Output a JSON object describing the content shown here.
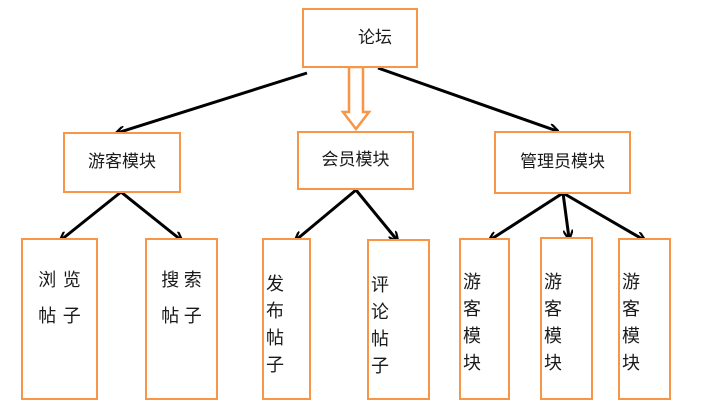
{
  "diagram": {
    "type": "tree",
    "root": {
      "id": "root",
      "label": "论坛"
    },
    "modules": [
      {
        "id": "guest",
        "label": "游客模块",
        "children": [
          {
            "id": "guest-c1",
            "label": "浏览帖子",
            "chars": [
              "浏",
              "览",
              "帖",
              "子"
            ],
            "layout": "grid"
          },
          {
            "id": "guest-c2",
            "label": "搜索帖子",
            "chars": [
              "搜",
              "索",
              "帖",
              "子"
            ],
            "layout": "grid"
          }
        ]
      },
      {
        "id": "member",
        "label": "会员模块",
        "children": [
          {
            "id": "member-c1",
            "label": "发布帖子",
            "layout": "vertical"
          },
          {
            "id": "member-c2",
            "label": "评论帖子",
            "layout": "vertical"
          }
        ]
      },
      {
        "id": "admin",
        "label": "管理员模块",
        "children": [
          {
            "id": "admin-c1",
            "label": "游客模块",
            "layout": "vertical"
          },
          {
            "id": "admin-c2",
            "label": "游客模块",
            "layout": "vertical"
          },
          {
            "id": "admin-c3",
            "label": "游客模块",
            "layout": "vertical"
          }
        ]
      }
    ],
    "colors": {
      "box_border": "#f79646",
      "arrow": "#000000",
      "hollow_arrow": "#f79646",
      "text": "#1a1a1a",
      "background": "#ffffff"
    }
  }
}
